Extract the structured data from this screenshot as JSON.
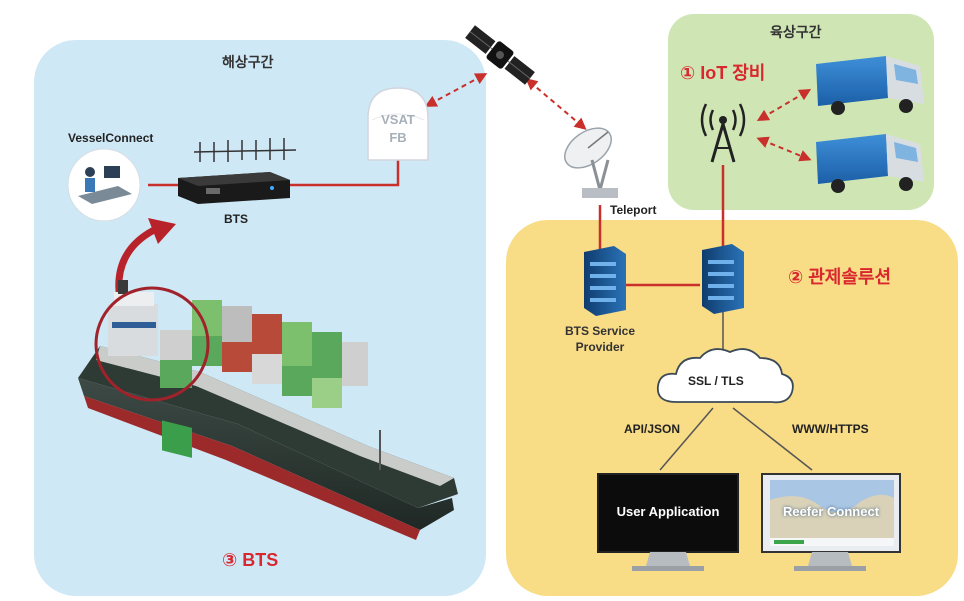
{
  "regions": {
    "sea": "해상구간",
    "land": "육상구간"
  },
  "labels": {
    "iot": "① IoT 장비",
    "control": "② 관제솔루션",
    "bts_num": "③ BTS",
    "vessel_connect": "VesselConnect",
    "bts": "BTS",
    "vsat_line1": "VSAT",
    "vsat_line2": "FB",
    "teleport": "Teleport",
    "bts_provider_line1": "BTS Service",
    "bts_provider_line2": "Provider",
    "ssl": "SSL / TLS",
    "api": "API/JSON",
    "www": "WWW/HTTPS",
    "user_app": "User Application",
    "reefer": "Reefer Connect"
  },
  "colors": {
    "accent_red": "#d9272e",
    "link_red": "#c9302c",
    "server_blue": "#1f5f9c"
  }
}
